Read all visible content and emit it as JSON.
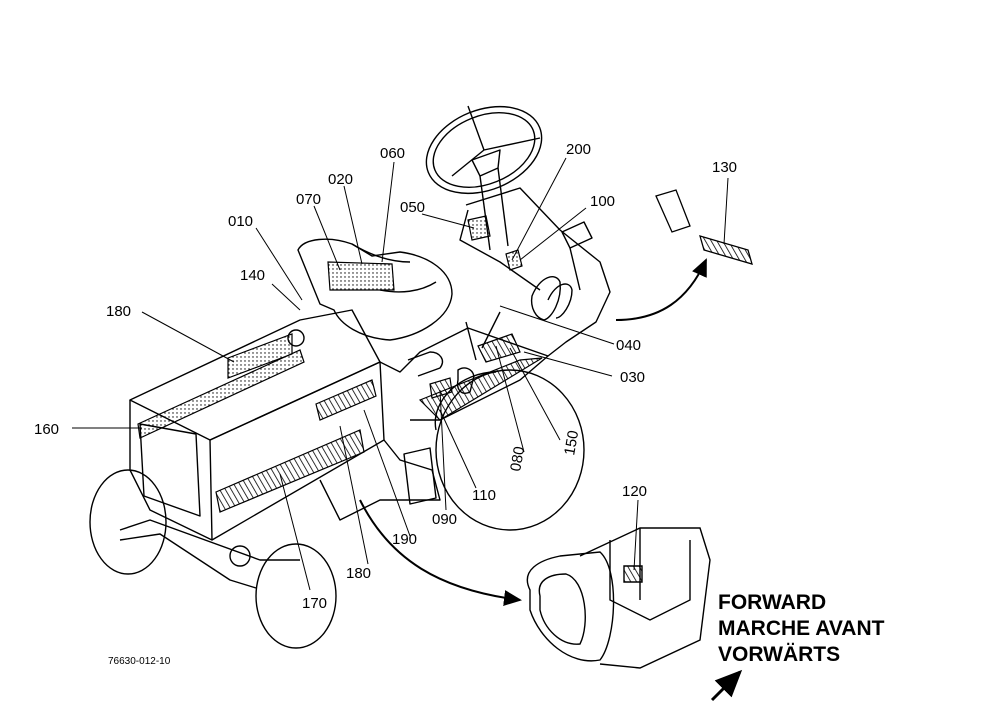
{
  "diagram": {
    "callouts": {
      "c010": "010",
      "c020": "020",
      "c030": "030",
      "c040": "040",
      "c050": "050",
      "c060": "060",
      "c070": "070",
      "c080": "080",
      "c090": "090",
      "c100": "100",
      "c110": "110",
      "c120": "120",
      "c130": "130",
      "c140": "140",
      "c150": "150",
      "c160": "160",
      "c170": "170",
      "c180a": "180",
      "c180b": "180",
      "c190": "190",
      "c200": "200"
    },
    "reference_number": "76630-012-10",
    "direction_legend": {
      "line1": "FORWARD",
      "line2": "MARCHE AVANT",
      "line3": "VORWÄRTS"
    }
  },
  "colors": {
    "ink": "#000000",
    "paper": "#ffffff"
  }
}
